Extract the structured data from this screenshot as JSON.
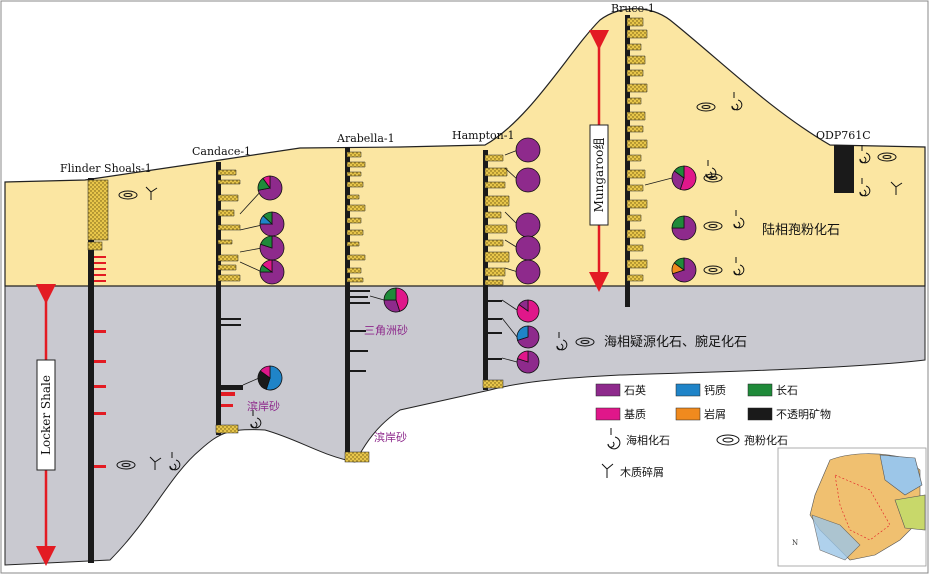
{
  "wells": [
    {
      "id": "flinder",
      "label": "Flinder Shoals-1"
    },
    {
      "id": "candace",
      "label": "Candace-1"
    },
    {
      "id": "arabella",
      "label": "Arabella-1"
    },
    {
      "id": "hampton",
      "label": "Hampton-1"
    },
    {
      "id": "bruce",
      "label": "Bruce-1"
    },
    {
      "id": "odp",
      "label": "ODP761C"
    }
  ],
  "formations": {
    "mungaroo": "Mungaroo组",
    "locker": "Locker Shale"
  },
  "annotations": {
    "terrestrial": "陆相孢粉化石",
    "marine": "海相疑源化石、腕足化石",
    "delta_sand": "三角洲砂",
    "shore_sand_1": "滨岸砂",
    "shore_sand_2": "滨岸砂"
  },
  "legend": {
    "quartz": "石英",
    "calcareous": "钙质",
    "feldspar": "长石",
    "matrix": "基质",
    "lithic": "岩屑",
    "opaque": "不透明矿物",
    "marine_fossil": "海相化石",
    "pollen_fossil": "孢粉化石",
    "wood_debris": "木质碎屑"
  },
  "colors": {
    "upper_fill": "#fbe6a2",
    "lower_fill": "#c9c9d0",
    "quartz": "#8e2a8c",
    "calcareous": "#1f84c8",
    "feldspar": "#1f8a3a",
    "matrix": "#e0178a",
    "lithic": "#f08a1e",
    "opaque": "#1a1a1a",
    "arrow": "#e31b23",
    "delta_text": "#8e2a8c"
  }
}
